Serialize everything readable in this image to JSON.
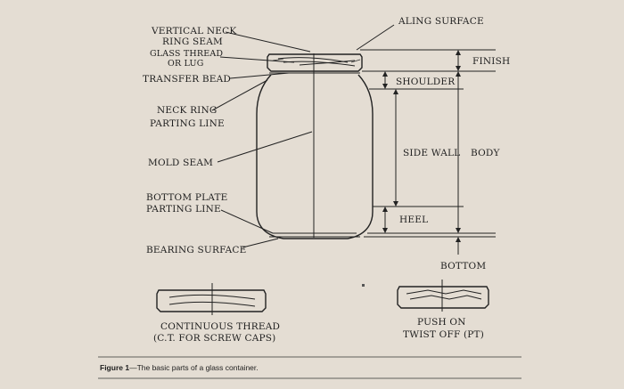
{
  "labels": {
    "vertical_neck_1": "VERTICAL NECK",
    "vertical_neck_2": "RING SEAM",
    "glass_thread_1": "GLASS THREAD",
    "glass_thread_2": "OR LUG",
    "transfer_bead": "TRANSFER BEAD",
    "neck_ring_1": "NECK RING",
    "neck_ring_2": "PARTING LINE",
    "mold_seam": "MOLD SEAM",
    "bottom_plate_1": "BOTTOM PLATE",
    "bottom_plate_2": "PARTING LINE",
    "bearing_surface": "BEARING SURFACE",
    "sealing_surface": "ALING SURFACE",
    "finish": "FINISH",
    "shoulder": "SHOULDER",
    "side_wall": "SIDE WALL",
    "body": "BODY",
    "heel": "HEEL",
    "bottom": "BOTTOM"
  },
  "finish_types": [
    {
      "line1": "CONTINUOUS THREAD",
      "line2": "(C.T. FOR SCREW CAPS)"
    },
    {
      "line1": "PUSH ON",
      "line2": "TWIST OFF (PT)"
    }
  ],
  "caption": {
    "prefix": "Figure 1",
    "text": "—The basic parts of a glass container."
  }
}
